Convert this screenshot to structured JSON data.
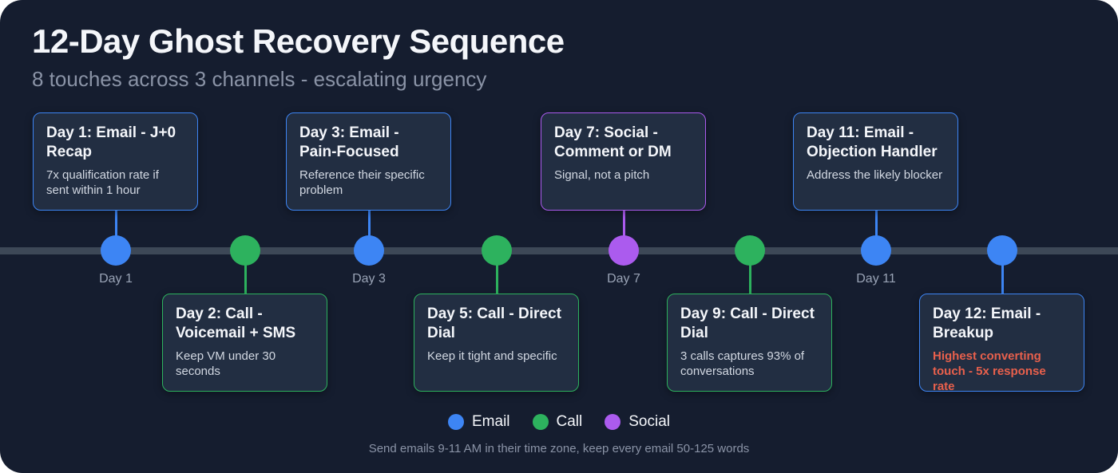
{
  "header": {
    "title": "12-Day Ghost Recovery Sequence",
    "subtitle": "8 touches across 3 channels - escalating urgency"
  },
  "colors": {
    "email": "#3d85f4",
    "call": "#2db25e",
    "social": "#ab5bee",
    "highlight_text": "#e8604c",
    "canvas_background": "#151d2f",
    "card_background": "#222e42",
    "timeline_bar": "#3d4857"
  },
  "timeline": {
    "events": [
      {
        "id": "day-1",
        "channel": "email",
        "side": "above",
        "title": "Day 1: Email - J+0 Recap",
        "note": "7x qualification rate if sent within 1 hour",
        "axis_label": "Day 1"
      },
      {
        "id": "day-2",
        "channel": "call",
        "side": "below",
        "title": "Day 2: Call - Voicemail + SMS",
        "note": "Keep VM under 30 seconds"
      },
      {
        "id": "day-3",
        "channel": "email",
        "side": "above",
        "title": "Day 3: Email - Pain-Focused",
        "note": "Reference their specific problem",
        "axis_label": "Day 3"
      },
      {
        "id": "day-5",
        "channel": "call",
        "side": "below",
        "title": "Day 5: Call - Direct Dial",
        "note": "Keep it tight and specific"
      },
      {
        "id": "day-7",
        "channel": "social",
        "side": "above",
        "title": "Day 7: Social - Comment or DM",
        "note": "Signal, not a pitch",
        "axis_label": "Day 7"
      },
      {
        "id": "day-9",
        "channel": "call",
        "side": "below",
        "title": "Day 9: Call - Direct Dial",
        "note": "3 calls captures 93% of conversations"
      },
      {
        "id": "day-11",
        "channel": "email",
        "side": "above",
        "title": "Day 11: Email - Objection Handler",
        "note": "Address the likely blocker",
        "axis_label": "Day 11"
      },
      {
        "id": "day-12",
        "channel": "email",
        "side": "below",
        "title": "Day 12: Email - Breakup",
        "note": "Highest converting touch - 5x response rate",
        "note_highlighted": true
      }
    ]
  },
  "legend": {
    "items": [
      {
        "label": "Email",
        "channel": "email"
      },
      {
        "label": "Call",
        "channel": "call"
      },
      {
        "label": "Social",
        "channel": "social"
      }
    ]
  },
  "footer": {
    "note": "Send emails 9-11 AM in their time zone, keep every email 50-125 words"
  }
}
